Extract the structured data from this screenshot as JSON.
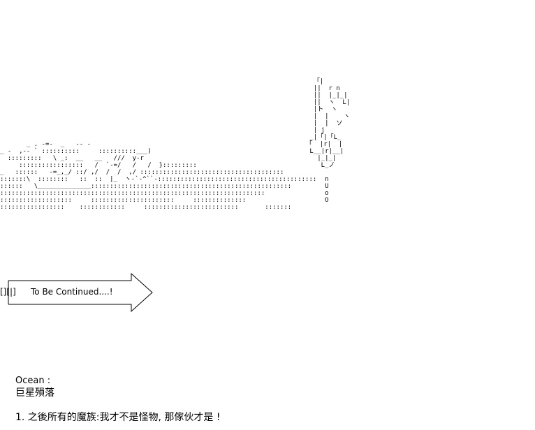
{
  "scene_text": {
    "continue_banner": "To Be Continued....!",
    "banner_mark": "[][|]"
  },
  "footer": {
    "ocean_label": "Ocean :",
    "ocean_title": "巨星殞落",
    "note": "1. 之後所有的魔族:我才不是怪物, 那傢伙才是 !"
  },
  "colors": {
    "background": "#ffffff",
    "ink": "#000000"
  }
}
